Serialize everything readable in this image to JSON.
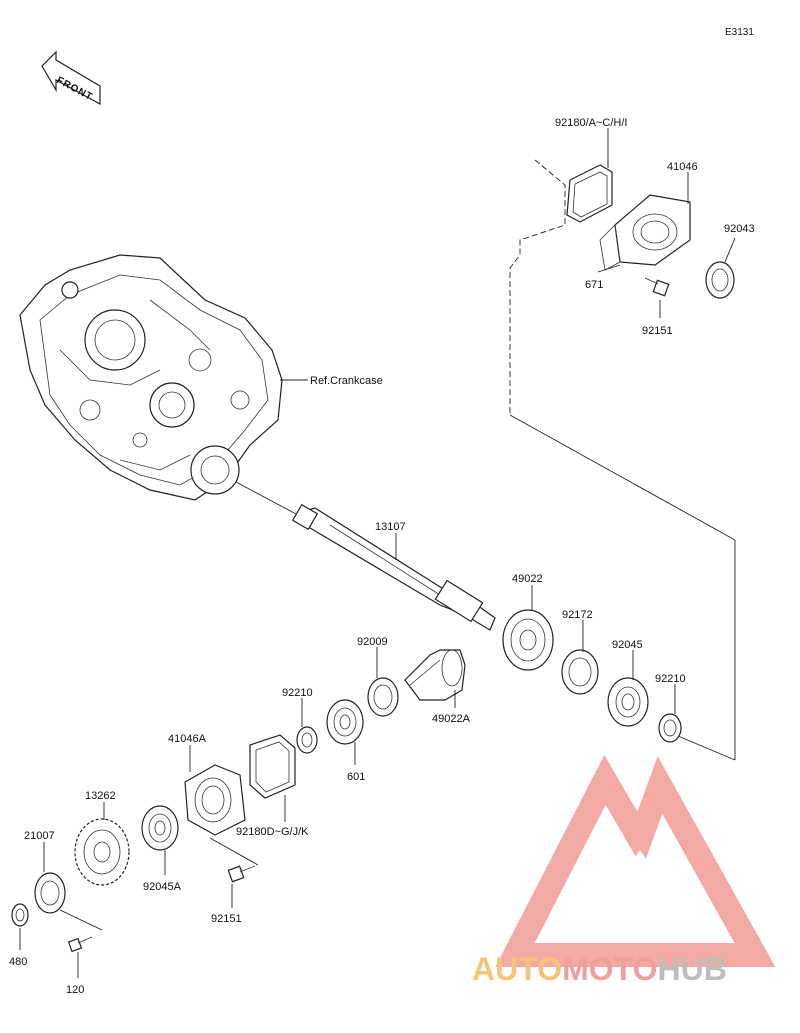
{
  "diagram": {
    "code": "E3131",
    "front_label": "FRONT",
    "ref_label": "Ref.Crankcase",
    "parts": [
      {
        "id": "p-92180a",
        "label": "92180/A~C/H/I"
      },
      {
        "id": "p-41046",
        "label": "41046"
      },
      {
        "id": "p-92043",
        "label": "92043"
      },
      {
        "id": "p-671",
        "label": "671"
      },
      {
        "id": "p-92151-top",
        "label": "92151"
      },
      {
        "id": "p-13107",
        "label": "13107"
      },
      {
        "id": "p-49022",
        "label": "49022"
      },
      {
        "id": "p-92009",
        "label": "92009"
      },
      {
        "id": "p-92172",
        "label": "92172"
      },
      {
        "id": "p-92045",
        "label": "92045"
      },
      {
        "id": "p-92210-right",
        "label": "92210"
      },
      {
        "id": "p-49022a",
        "label": "49022A"
      },
      {
        "id": "p-92210-left",
        "label": "92210"
      },
      {
        "id": "p-601",
        "label": "601"
      },
      {
        "id": "p-41046a",
        "label": "41046A"
      },
      {
        "id": "p-92180d",
        "label": "92180D~G/J/K"
      },
      {
        "id": "p-13262",
        "label": "13262"
      },
      {
        "id": "p-92045a",
        "label": "92045A"
      },
      {
        "id": "p-21007",
        "label": "21007"
      },
      {
        "id": "p-92151-bottom",
        "label": "92151"
      },
      {
        "id": "p-480",
        "label": "480"
      },
      {
        "id": "p-120",
        "label": "120"
      }
    ]
  },
  "watermark": {
    "brand_auto": "AUTO",
    "brand_moto": "MOTO",
    "brand_hub": "HUB",
    "color_auto": "#f3c47a",
    "color_moto": "#f0a09a",
    "color_hub": "#bdbdbd",
    "color_logo": "#f19a94"
  }
}
